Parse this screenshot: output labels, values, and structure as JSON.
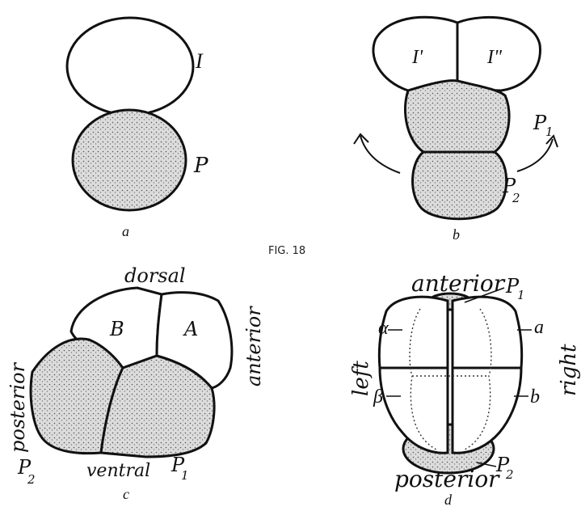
{
  "figure_caption": "FIG. 18",
  "panels": {
    "a": {
      "letter": "a",
      "labels": {
        "I": "I",
        "P": "P"
      }
    },
    "b": {
      "letter": "b",
      "labels": {
        "I1": "I'",
        "I2": "I\"",
        "P1": "P",
        "P1_sub": "1",
        "P2": "P",
        "P2_sub": "2"
      }
    },
    "c": {
      "letter": "c",
      "labels": {
        "dorsal": "dorsal",
        "ventral": "ventral",
        "posterior": "posterior",
        "anterior": "anterior",
        "B": "B",
        "A": "A",
        "P1": "P",
        "P1_sub": "1",
        "P2": "P",
        "P2_sub": "2"
      }
    },
    "d": {
      "letter": "d",
      "labels": {
        "anterior": "anterior",
        "posterior": "posterior",
        "left": "left",
        "right": "right",
        "P1": "P",
        "P1_sub": "1",
        "P2": "P",
        "P2_sub": "2",
        "alpha": "α",
        "a": "a",
        "beta": "β",
        "b": "b"
      }
    }
  },
  "colors": {
    "stroke": "#111111",
    "yolk": "#d9d9d9",
    "background": "#ffffff"
  }
}
